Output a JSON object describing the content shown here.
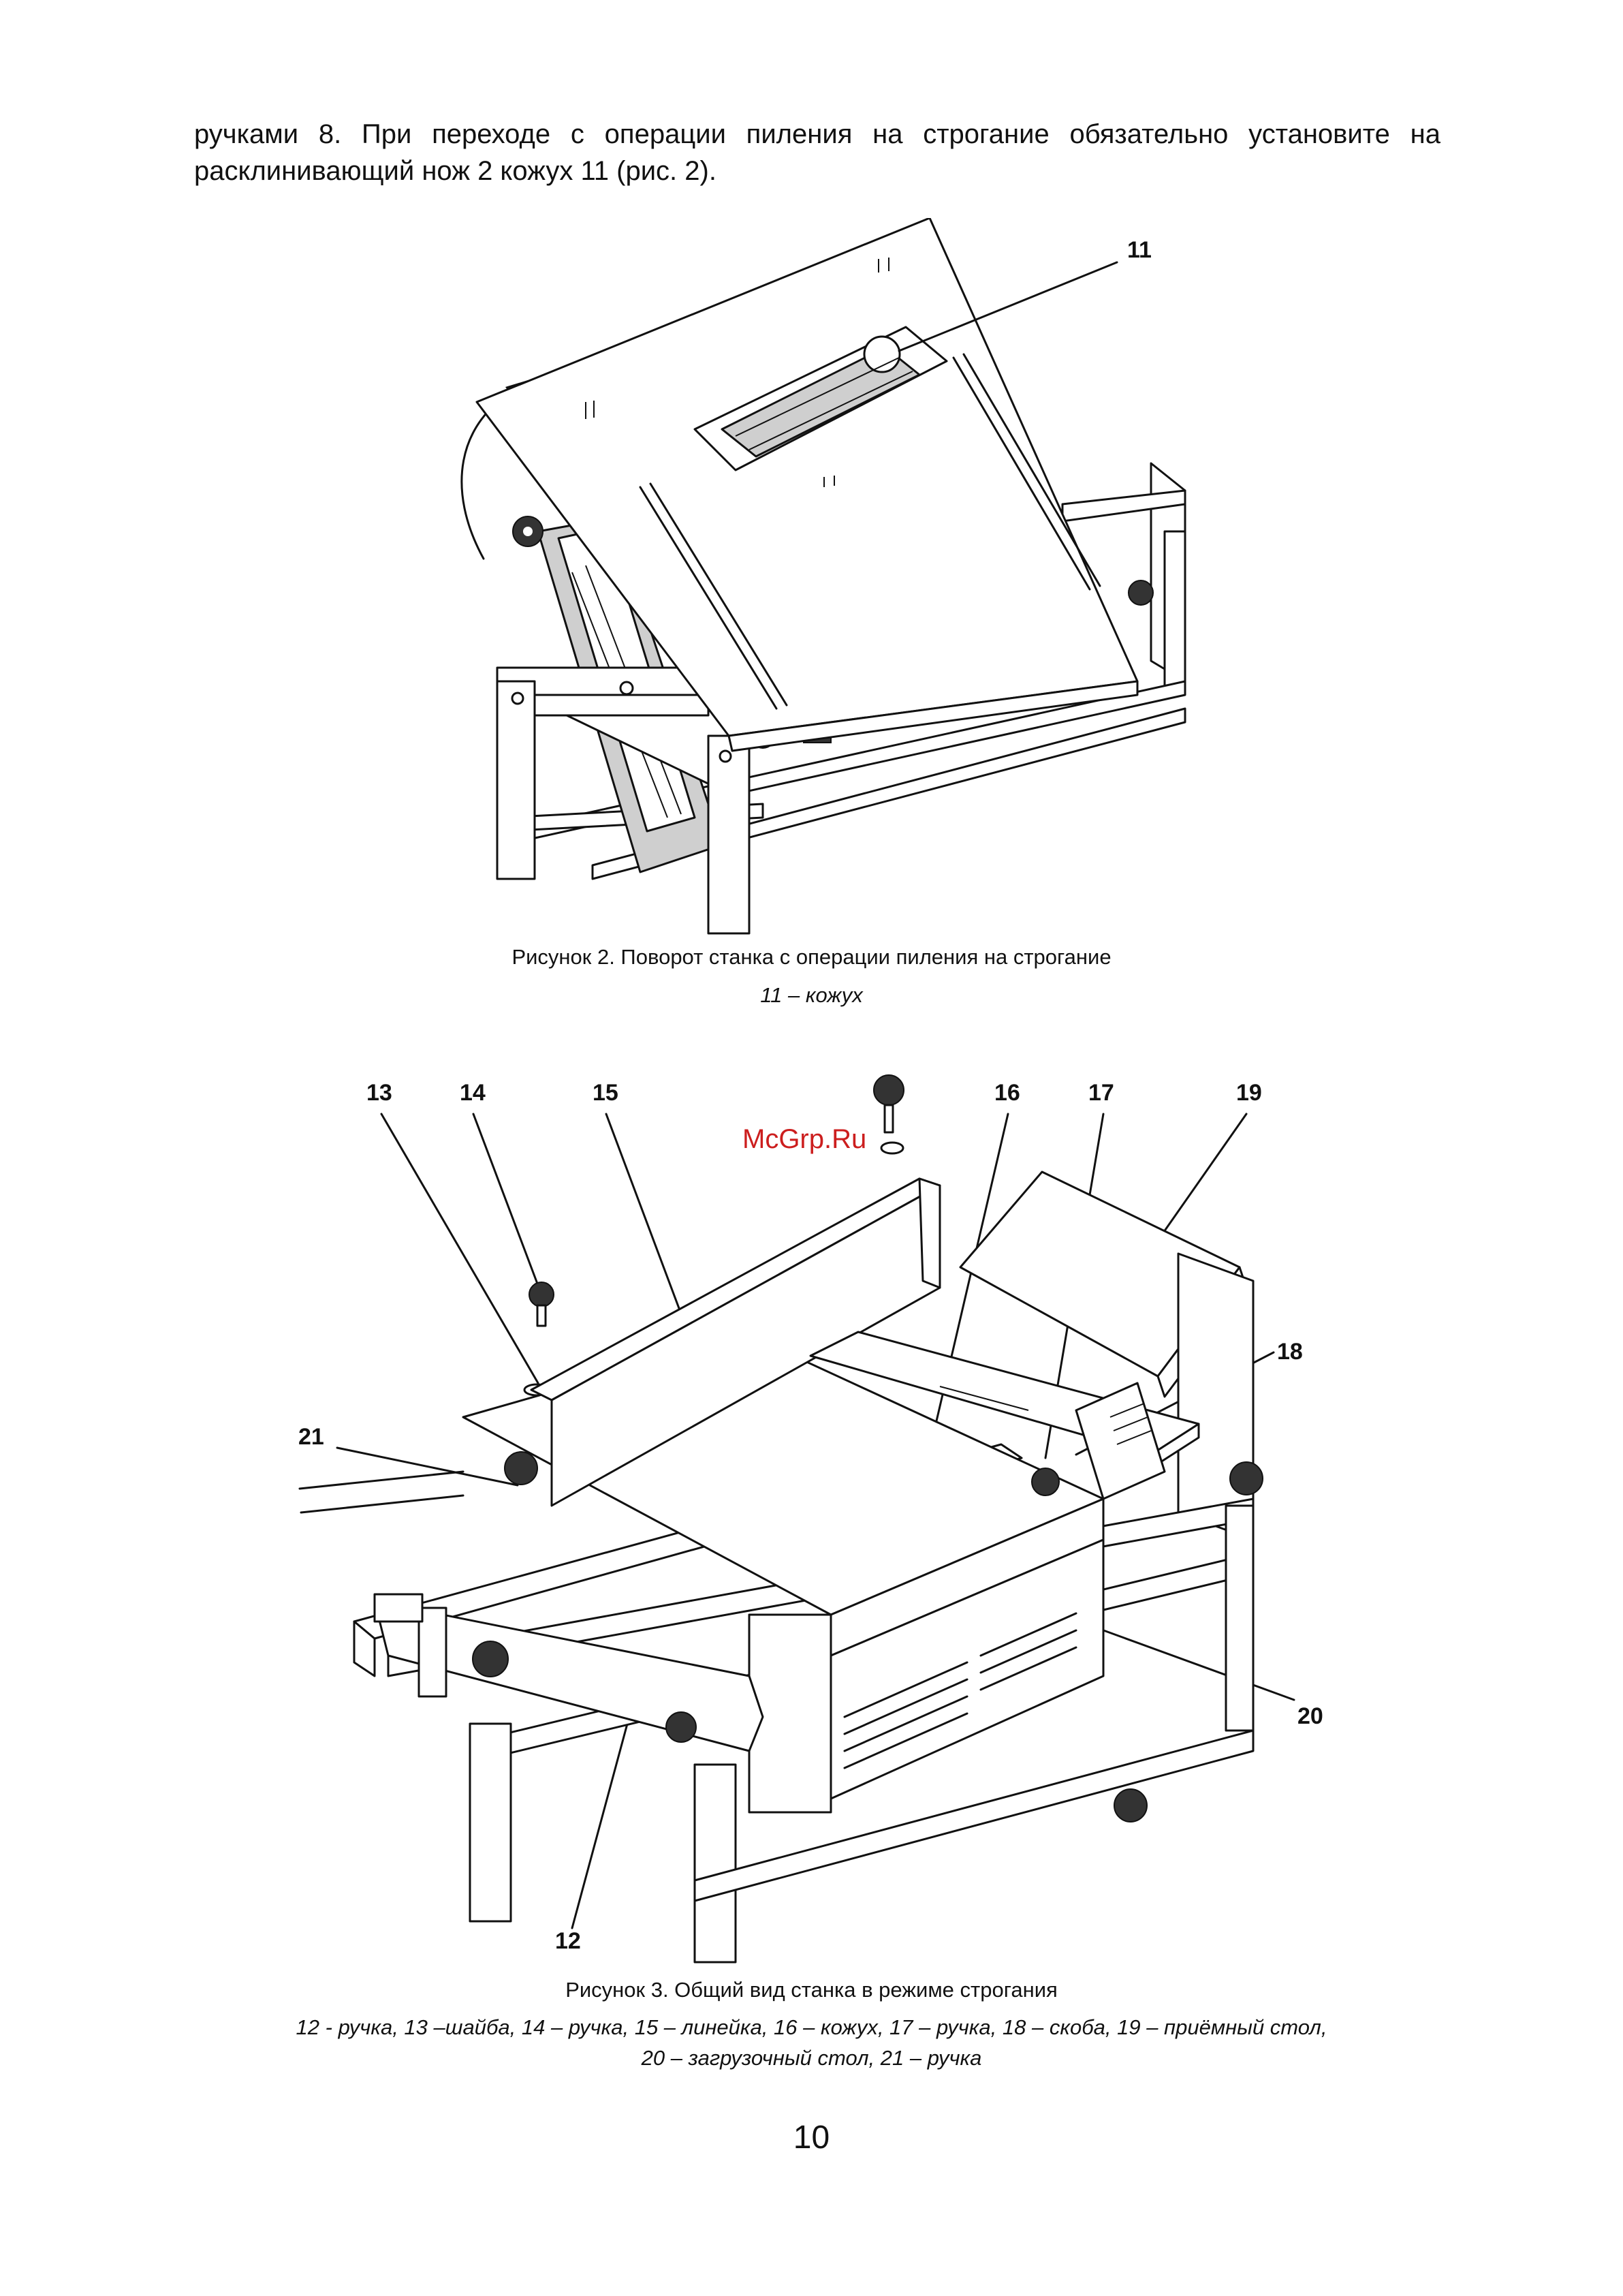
{
  "intro": {
    "line1": "ручками 8. При переходе с операции пиления на строгание обязательно установите на",
    "line2": "расклинивающий нож 2 кожух 11 (рис. 2)."
  },
  "figure2": {
    "caption": "Рисунок 2. Поворот станка с операции пиления на строгание",
    "legend": "11 – кожух",
    "callouts": [
      "11"
    ]
  },
  "figure3": {
    "caption": "Рисунок 3. Общий вид станка в режиме строгания",
    "legend_line1": "12 - ручка, 13 –шайба, 14 – ручка, 15 – линейка, 16 – кожух, 17 – ручка, 18 – скоба, 19 – приёмный стол,",
    "legend_line2": "20 – загрузочный стол, 21 – ручка",
    "callouts": [
      "12",
      "13",
      "14",
      "15",
      "16",
      "17",
      "18",
      "19",
      "20",
      "21"
    ]
  },
  "watermark": "McGrp.Ru",
  "page_number": "10"
}
